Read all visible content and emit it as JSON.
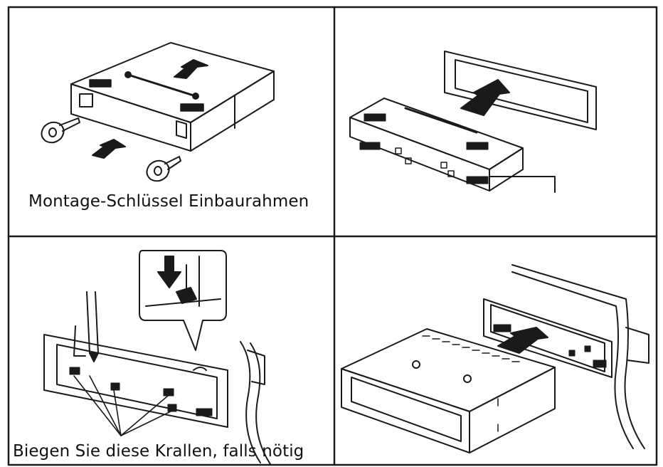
{
  "panels": [
    {
      "id": "panel-1",
      "caption": "Montage-Schlüssel Einbaurahmen"
    },
    {
      "id": "panel-2",
      "caption": ""
    },
    {
      "id": "panel-3",
      "caption": "Biegen Sie diese Krallen, falls nötig"
    },
    {
      "id": "panel-4",
      "caption": ""
    }
  ],
  "colors": {
    "line": "#1a1a1a",
    "background": "#ffffff"
  }
}
